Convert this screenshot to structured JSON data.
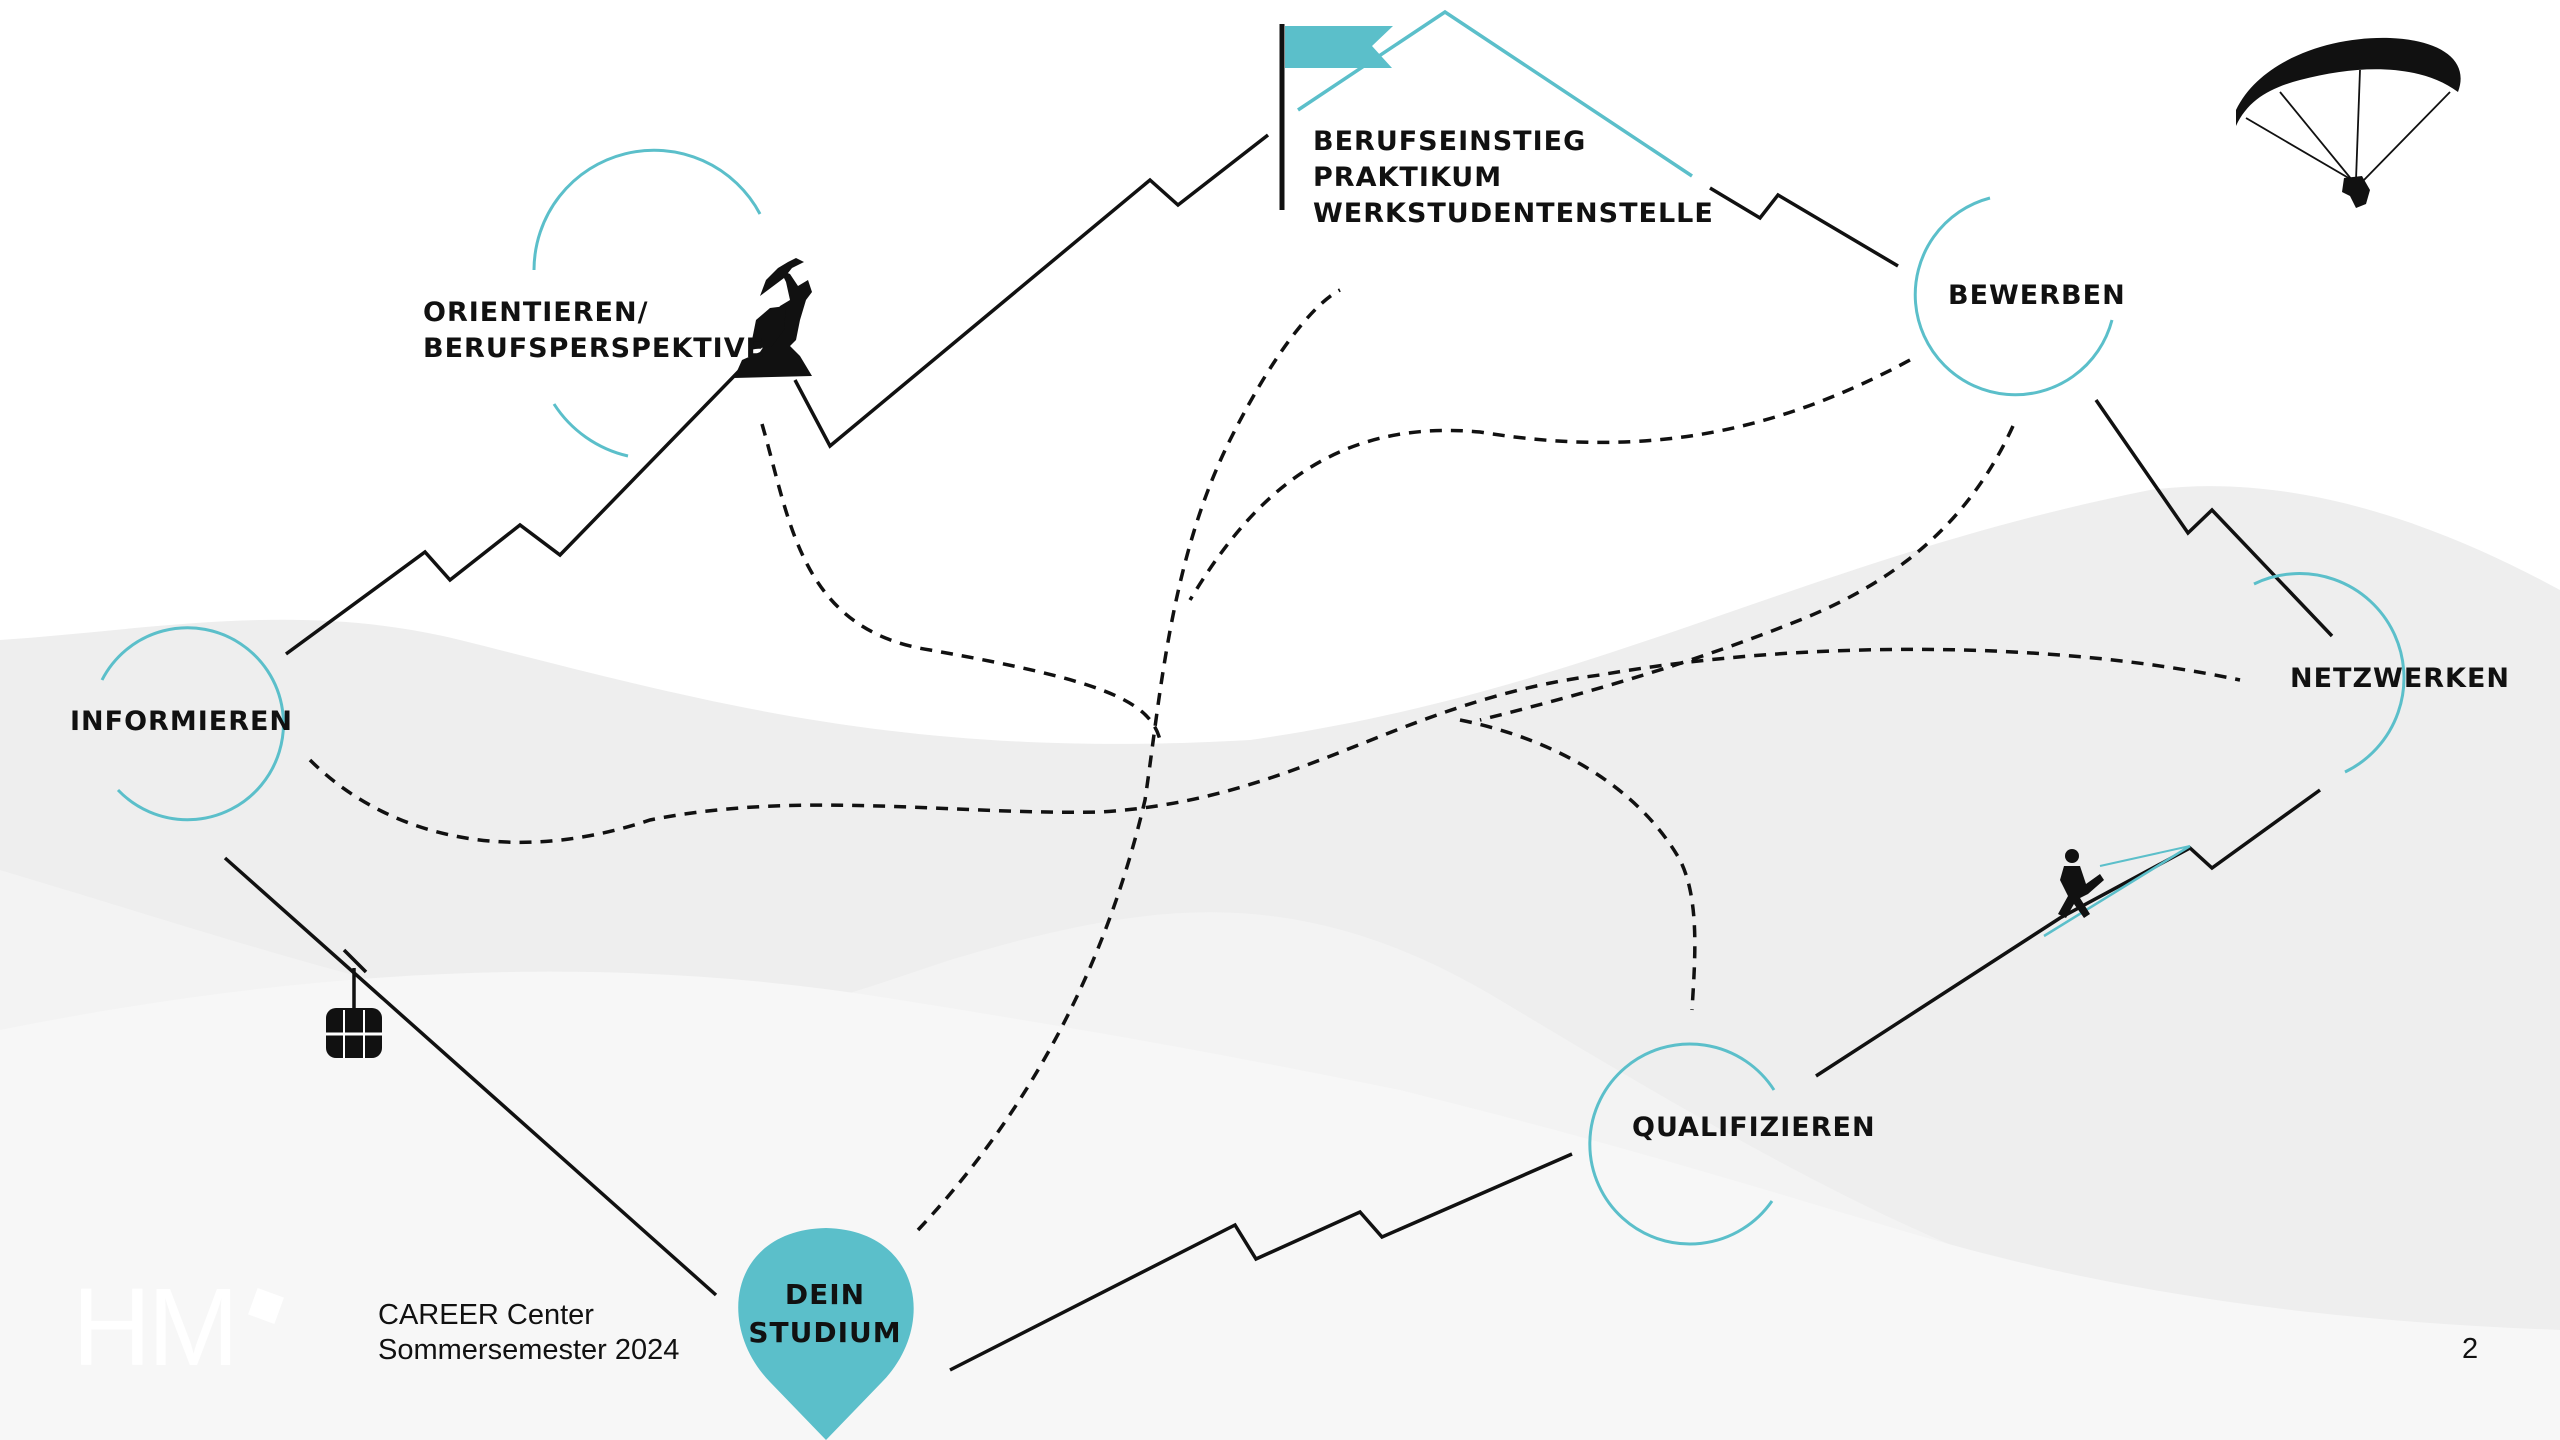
{
  "colors": {
    "accent": "#5bbfca",
    "ink": "#111111",
    "hill_light": "#f6f6f6",
    "hill_mid": "#eeeeee",
    "hill_dark": "#e6e6e6"
  },
  "stations": {
    "informieren": "INFORMIEREN",
    "orientieren": [
      "ORIENTIEREN/",
      "BERUFSPERSPEKTIVE"
    ],
    "berufseinstieg": [
      "BERUFSEINSTIEG",
      "PRAKTIKUM",
      "WERKSTUDENTENSTELLE"
    ],
    "bewerben": "BEWERBEN",
    "netzwerken": "NETZWERKEN",
    "qualifizieren": "QUALIFIZIEREN",
    "dein_studium": [
      "DEIN",
      "STUDIUM"
    ]
  },
  "footer": {
    "logo": "HM",
    "org": "CAREER Center",
    "semester": "Sommersemester 2024",
    "page_number": "2"
  },
  "icons": [
    "mountain-goat-icon",
    "summit-flag-icon",
    "paraglider-icon",
    "cable-car-icon",
    "climber-icon",
    "location-pin-icon"
  ]
}
